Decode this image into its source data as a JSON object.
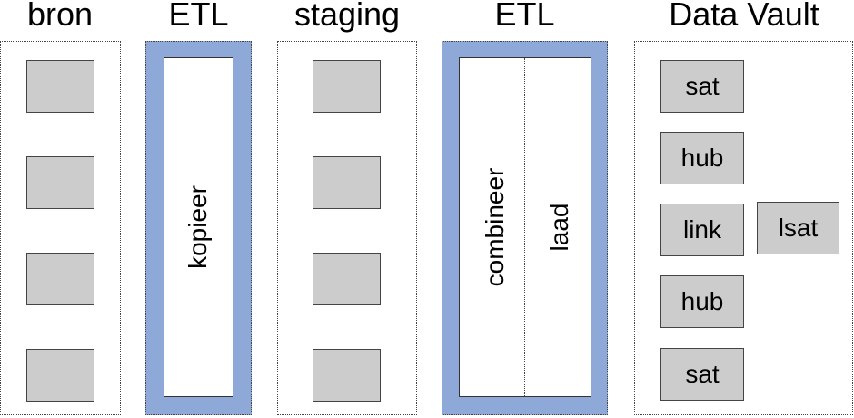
{
  "columns": {
    "source": {
      "title": "bron"
    },
    "etl_copy": {
      "title": "ETL",
      "step": "kopieer"
    },
    "staging": {
      "title": "staging"
    },
    "etl_load": {
      "title": "ETL",
      "steps": [
        "combineer",
        "laad"
      ]
    },
    "vault": {
      "title": "Data Vault",
      "items": [
        "sat",
        "hub",
        "link",
        "hub",
        "sat"
      ],
      "link_satellite": "lsat"
    }
  },
  "colors": {
    "etl_fill": "#8ea8d8",
    "table_fill": "#cccccc",
    "border": "#444444"
  }
}
